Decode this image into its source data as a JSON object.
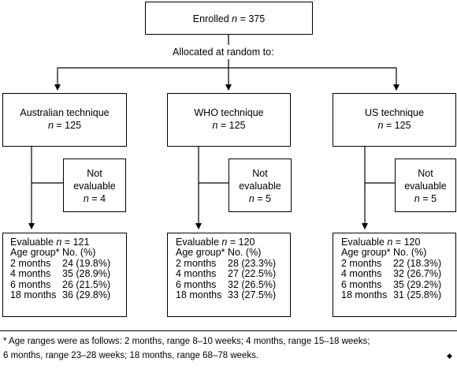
{
  "enrolled": {
    "label": "Enrolled ",
    "n": "n",
    "value": " = 375"
  },
  "allocated_label": "Allocated at random to:",
  "arms": [
    {
      "name": "Australian technique",
      "n_value": " = 125",
      "not_eval_line1": "Not",
      "not_eval_line2": "evaluable",
      "not_eval_n": " = 4",
      "evaluable_label": "Evaluable ",
      "evaluable_value": " = 121",
      "col_age": "Age group*",
      "col_no": "No. (%)",
      "rows": [
        {
          "age": "2 months",
          "no": "24 (19.8%)"
        },
        {
          "age": "4 months",
          "no": "35 (28.9%)"
        },
        {
          "age": "6 months",
          "no": "26 (21.5%)"
        },
        {
          "age": "18 months",
          "no": "36 (29.8%)"
        }
      ]
    },
    {
      "name": "WHO technique",
      "n_value": " = 125",
      "not_eval_line1": "Not",
      "not_eval_line2": "evaluable",
      "not_eval_n": " = 5",
      "evaluable_label": "Evaluable ",
      "evaluable_value": " = 120",
      "col_age": "Age group*",
      "col_no": "No. (%)",
      "rows": [
        {
          "age": "2 months",
          "no": "28 (23.3%)"
        },
        {
          "age": "4 months",
          "no": "27 (22.5%)"
        },
        {
          "age": "6 months",
          "no": "32 (26.5%)"
        },
        {
          "age": "18 months",
          "no": "33 (27.5%)"
        }
      ]
    },
    {
      "name": "US technique",
      "n_value": " = 125",
      "not_eval_line1": "Not",
      "not_eval_line2": "evaluable",
      "not_eval_n": " = 5",
      "evaluable_label": "Evaluable ",
      "evaluable_value": " = 120",
      "col_age": "Age group*",
      "col_no": "No. (%)",
      "rows": [
        {
          "age": "2 months",
          "no": "22 (18.3%)"
        },
        {
          "age": "4 months",
          "no": "32 (26.7%)"
        },
        {
          "age": "6 months",
          "no": "35 (29.2%)"
        },
        {
          "age": "18 months",
          "no": "31 (25.8%)"
        }
      ]
    }
  ],
  "n_symbol": "n",
  "footnote": {
    "line1": "* Age ranges were as follows: 2 months, range 8–10 weeks; 4 months, range 15–18 weeks;",
    "line2": "6 months, range 23–28 weeks; 18 months, range 68–78 weeks."
  },
  "end_mark": "◆"
}
